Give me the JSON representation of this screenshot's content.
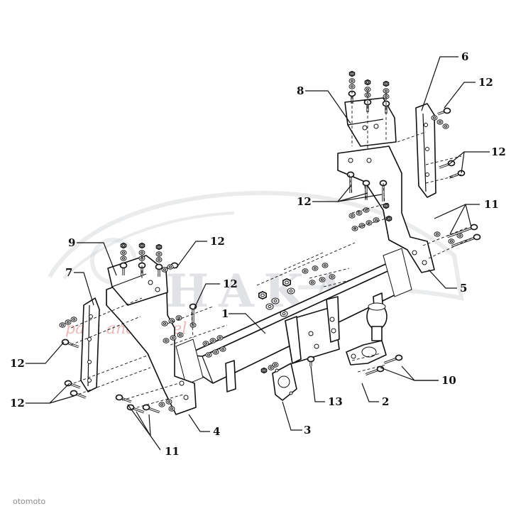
{
  "diagram": {
    "callouts": [
      {
        "id": "c1",
        "label": "1"
      },
      {
        "id": "c2",
        "label": "2"
      },
      {
        "id": "c3",
        "label": "3"
      },
      {
        "id": "c4",
        "label": "4"
      },
      {
        "id": "c5",
        "label": "5"
      },
      {
        "id": "c6",
        "label": "6"
      },
      {
        "id": "c7",
        "label": "7"
      },
      {
        "id": "c8",
        "label": "8"
      },
      {
        "id": "c9",
        "label": "9"
      },
      {
        "id": "c10",
        "label": "10"
      },
      {
        "id": "c11a",
        "label": "11"
      },
      {
        "id": "c11b",
        "label": "11"
      },
      {
        "id": "c12a",
        "label": "12"
      },
      {
        "id": "c12b",
        "label": "12"
      },
      {
        "id": "c12c",
        "label": "12"
      },
      {
        "id": "c12d",
        "label": "12"
      },
      {
        "id": "c12e",
        "label": "12"
      },
      {
        "id": "c12f",
        "label": "12"
      },
      {
        "id": "c12g",
        "label": "12"
      },
      {
        "id": "c13",
        "label": "13"
      }
    ]
  },
  "watermark": {
    "brand": "AHAKA",
    "tagline": "park and travel"
  },
  "credit": "otomoto"
}
